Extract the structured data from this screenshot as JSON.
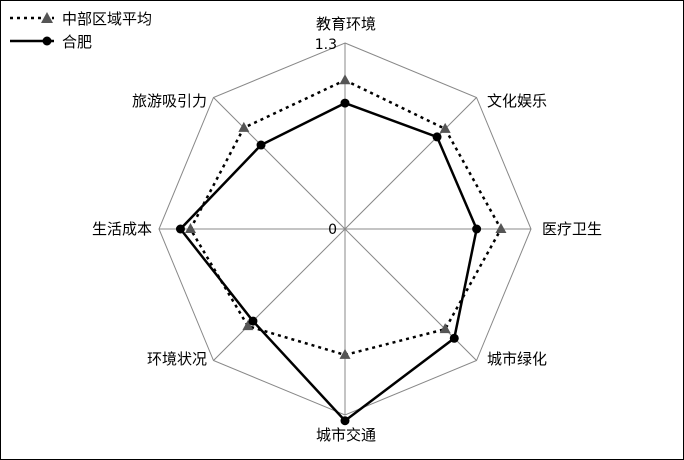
{
  "chart_data": {
    "type": "radar",
    "axes": [
      "教育环境",
      "文化娱乐",
      "医疗卫生",
      "城市绿化",
      "城市交通",
      "环境状况",
      "生活成本",
      "旅游吸引力"
    ],
    "rmin": 0,
    "rmax": 1.3,
    "tick_labels": {
      "min": "0",
      "max": "1.3"
    },
    "series": [
      {
        "name": "中部区域平均",
        "values": [
          1.04,
          0.99,
          1.09,
          0.99,
          0.88,
          0.96,
          1.08,
          1.0
        ],
        "color": "#000000",
        "marker_color": "#555555",
        "line": "dotted",
        "marker": "triangle"
      },
      {
        "name": "合肥",
        "values": [
          0.88,
          0.91,
          0.92,
          1.08,
          1.34,
          0.91,
          1.15,
          0.83
        ],
        "color": "#000000",
        "marker_color": "#000000",
        "line": "solid",
        "marker": "circle"
      }
    ],
    "grid": true,
    "grid_color": "#888888",
    "legend": "top-left"
  }
}
